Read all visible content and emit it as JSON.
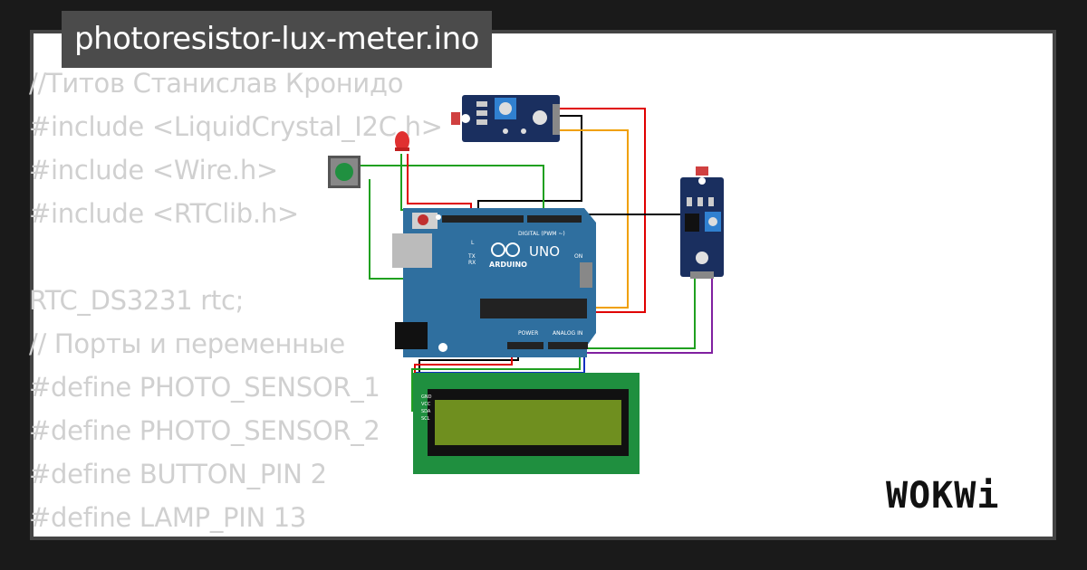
{
  "title": "photoresistor-lux-meter.ino",
  "code_lines": [
    "//Титов Станислав Кронидо",
    "#include <LiquidCrystal_I2C.h>",
    "#include <Wire.h>",
    "#include <RTClib.h>",
    "",
    "RTC_DS3231 rtc;",
    "// Порты и переменные",
    "#define PHOTO_SENSOR_1",
    "#define PHOTO_SENSOR_2",
    "#define BUTTON_PIN 2",
    "#define LAMP_PIN 13"
  ],
  "arduino": {
    "brand": "ARDUINO",
    "model": "UNO",
    "digital_label": "DIGITAL (PWM ~)",
    "analog_label": "ANALOG IN",
    "power_label": "POWER",
    "on_label": "ON",
    "l_label": "L",
    "tx_label": "TX",
    "rx_label": "RX"
  },
  "lcd": {
    "pins": [
      "GND",
      "VCC",
      "SDA",
      "SCL"
    ]
  },
  "logo": "WOKWi",
  "colors": {
    "background": "#1a1a1a",
    "title_bg": "#4b4b4b",
    "arduino_blue": "#2f6f9f",
    "lcd_green": "#1f8f3f",
    "lcd_screen": "#6f8f1f",
    "sensor_board": "#1a2f5f",
    "wire_red": "#e00000",
    "wire_orange": "#f0a000",
    "wire_green": "#20a020",
    "wire_purple": "#8020a0",
    "wire_blue": "#1030c0",
    "wire_black": "#000000"
  }
}
